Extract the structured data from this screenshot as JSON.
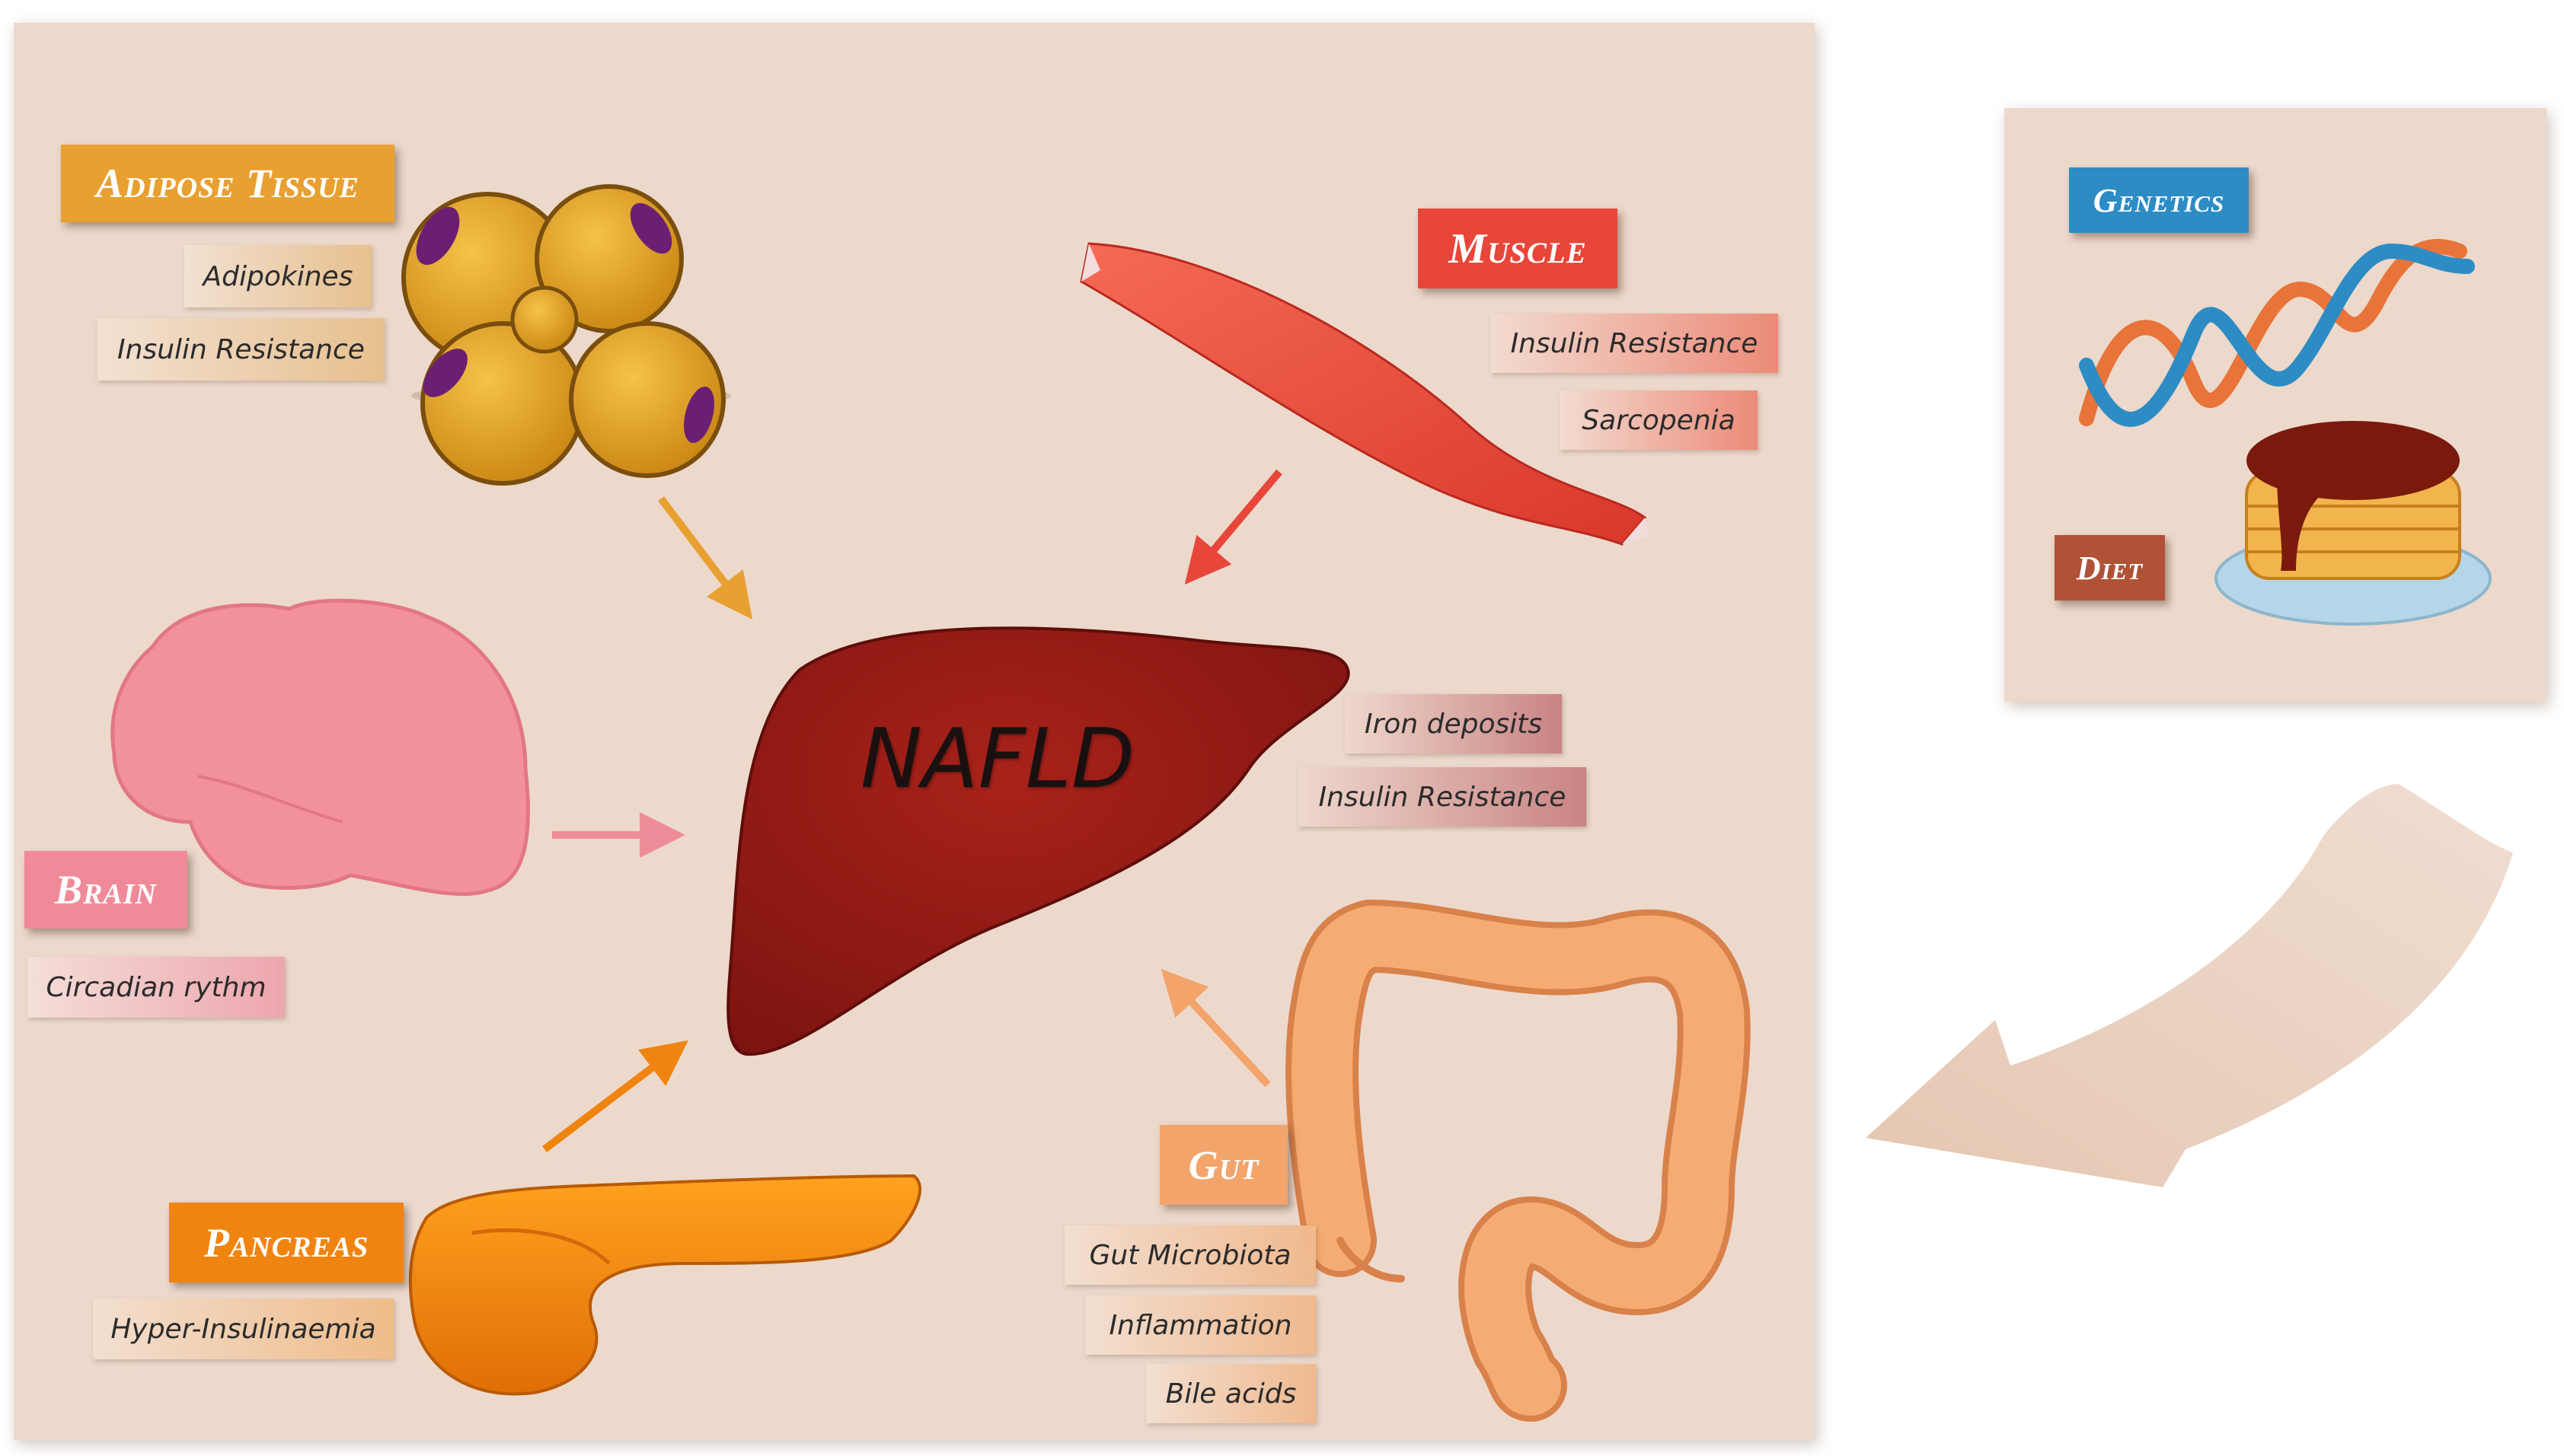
{
  "center": {
    "label": "NAFLD",
    "tags": [
      "Iron deposits",
      "Insulin Resistance"
    ]
  },
  "organs": {
    "adipose": {
      "title": "Adipose Tissue",
      "tags": [
        "Adipokines",
        "Insulin Resistance"
      ],
      "color": "#e8a031"
    },
    "muscle": {
      "title": "Muscle",
      "tags": [
        "Insulin Resistance",
        "Sarcopenia"
      ],
      "color": "#e8463a"
    },
    "brain": {
      "title": "Brain",
      "tags": [
        "Circadian rythm"
      ],
      "color": "#f08a98"
    },
    "pancreas": {
      "title": "Pancreas",
      "tags": [
        "Hyper-Insulinaemia"
      ],
      "color": "#f08410"
    },
    "gut": {
      "title": "Gut",
      "tags": [
        "Gut Microbiota",
        "Inflammation",
        "Bile acids"
      ],
      "color": "#f3a46a"
    }
  },
  "risk_factors": {
    "genetics": {
      "title": "Genetics",
      "color": "#2d8cc4"
    },
    "diet": {
      "title": "Diet",
      "color": "#b05235"
    }
  },
  "colors": {
    "panel": "#ecd9cc",
    "liver": "#9b1b15",
    "big_arrow": "#e6cbb8"
  }
}
